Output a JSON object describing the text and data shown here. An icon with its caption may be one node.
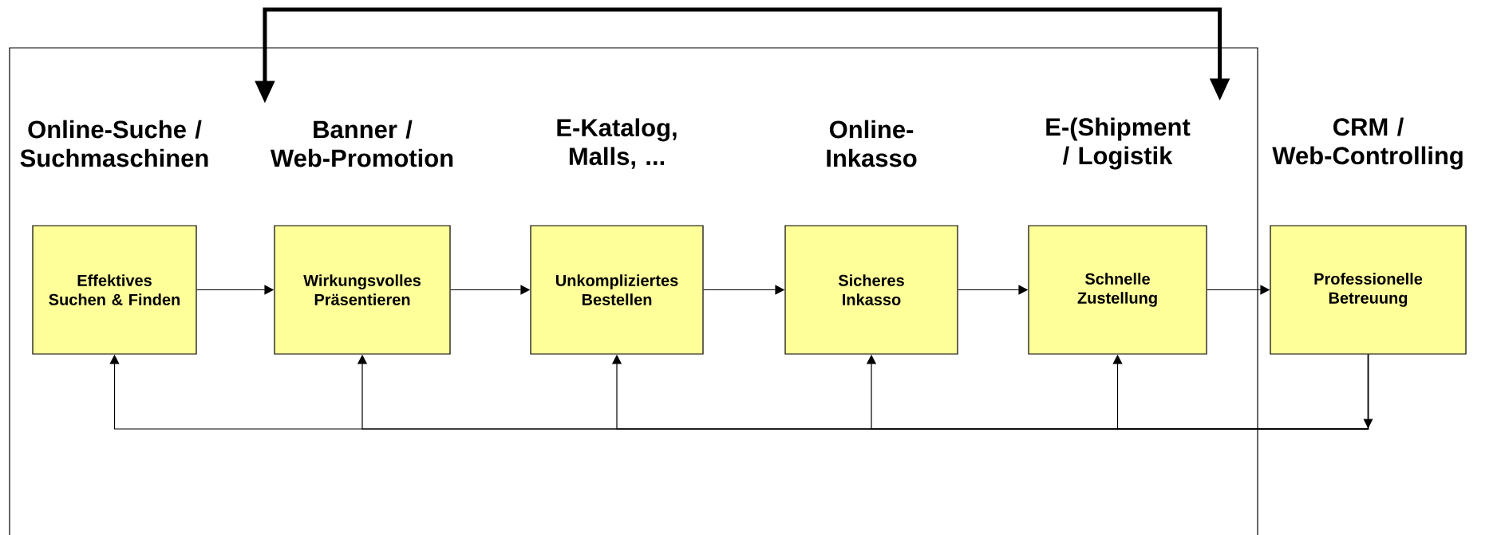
{
  "diagram": {
    "nodes": [
      {
        "text": [
          "Online-Suche / Suchmaschinen",
          "Effektives Suchen & Finden"
        ]
      },
      {
        "text": [
          "Banner / Web-Promotion",
          "Wirkungsvolles Präsentieren"
        ]
      },
      {
        "text": [
          "E-Katalog, Malls, ...",
          "Unkompliziertes Bestellen"
        ]
      },
      {
        "text": [
          "Online- Inkasso",
          "Sicheres Inkasso"
        ]
      },
      {
        "text": [
          "E-(Shipment / Logistik",
          "Schnelle Zustellung"
        ]
      },
      {
        "text": [
          "CRM / Web-Controlling",
          "Professionelle Betreuung"
        ]
      }
    ],
    "edges": [
      {
        "from": 0,
        "to": 1,
        "arrow": "to"
      },
      {
        "from": 1,
        "to": 2,
        "arrow": "to"
      },
      {
        "from": 2,
        "to": 3,
        "arrow": "to"
      },
      {
        "from": 3,
        "to": 4,
        "arrow": "to"
      },
      {
        "from": 4,
        "to": 5,
        "arrow": "to"
      },
      {
        "from": 5,
        "to": 0,
        "arrow": "to"
      },
      {
        "from": 5,
        "to": 1,
        "arrow": "to"
      },
      {
        "from": 5,
        "to": 2,
        "arrow": "to"
      },
      {
        "from": 5,
        "to": 3,
        "arrow": "to"
      },
      {
        "from": 5,
        "to": 4,
        "arrow": "to"
      },
      {
        "from": 1,
        "to": 4,
        "arrow": "both",
        "style": "thick"
      }
    ]
  }
}
